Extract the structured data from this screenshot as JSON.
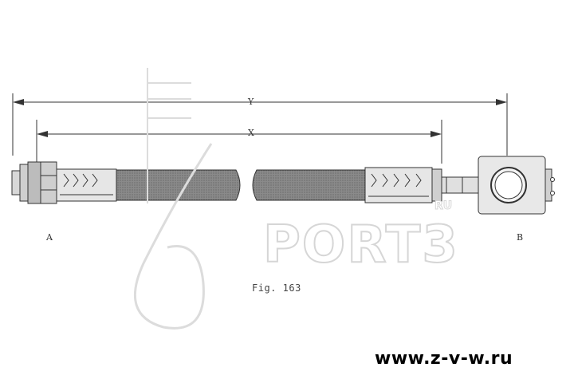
{
  "diagram": {
    "dimension_y": "Y",
    "dimension_x": "X",
    "end_a": "A",
    "end_b": "B",
    "figure_caption": "Fig. 163"
  },
  "watermark": {
    "brand": "PORT3",
    "suffix": "RU"
  },
  "footer": {
    "site_url": "www.z-v-w.ru"
  }
}
